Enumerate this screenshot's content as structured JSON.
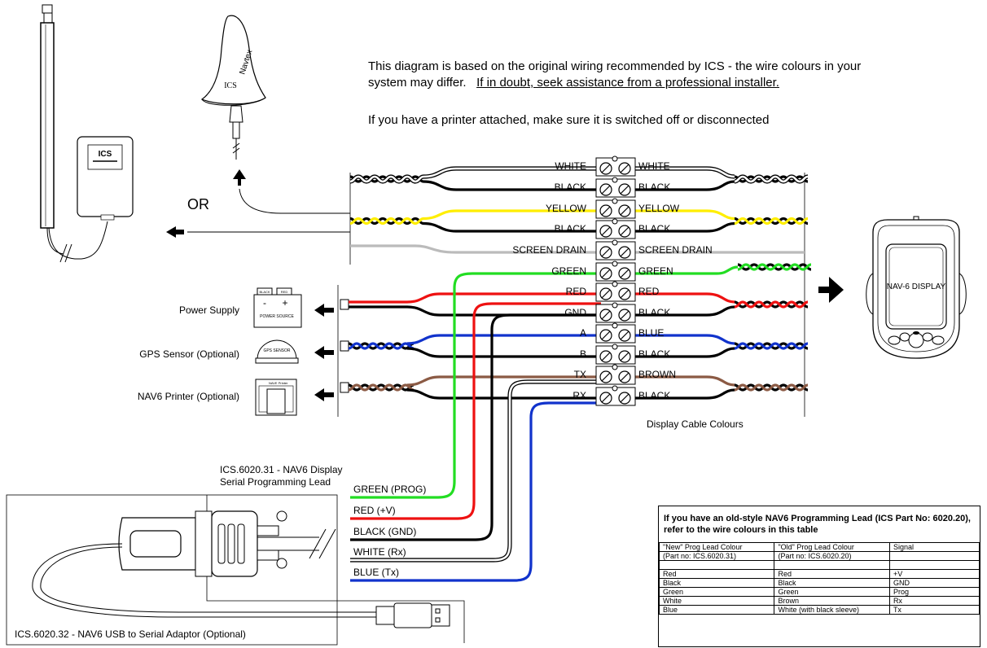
{
  "notes": {
    "line1": "This diagram is based on the original wiring recommended by ICS - the wire colours in your",
    "line2_plain": "system may differ.",
    "line2_underlined": "If in doubt, seek assistance from a professional installer.",
    "printer_note": "If you have a printer attached, make sure it is switched off or disconnected"
  },
  "antenna": {
    "or_label": "OR",
    "ics_label": "ICS",
    "navtex_label": "Navtex",
    "ics_logo": "ICS"
  },
  "terminal_left_labels": [
    "WHITE",
    "BLACK",
    "YELLOW",
    "BLACK",
    "SCREEN DRAIN",
    "GREEN",
    "RED",
    "GND",
    "A",
    "B",
    "TX",
    "RX"
  ],
  "terminal_right_labels": [
    "WHITE",
    "BLACK",
    "YELLOW",
    "BLACK",
    "SCREEN DRAIN",
    "GREEN",
    "RED",
    "BLACK",
    "BLUE",
    "BLACK",
    "BROWN",
    "BLACK"
  ],
  "display_cable_caption": "Display Cable Colours",
  "devices": {
    "power_supply": "Power Supply",
    "gps_sensor": "GPS Sensor (Optional)",
    "nav6_printer": "NAV6 Printer (Optional)",
    "power_black": "BLACK",
    "power_red": "RED",
    "power_minus": "-",
    "power_plus": "+",
    "power_source": "POWER SOURCE",
    "gps_text": "GPS SENSOR",
    "printer_text": "NAVE Printer",
    "display_text": "NAV-6 DISPLAY"
  },
  "prog_lead": {
    "title_line1": "ICS.6020.31 - NAV6 Display",
    "title_line2": "Serial Programming Lead",
    "wires": [
      "GREEN (PROG)",
      "RED (+V)",
      "BLACK (GND)",
      "WHITE (Rx)",
      "BLUE (Tx)"
    ]
  },
  "usb_adaptor": {
    "caption": "ICS.6020.32 - NAV6 USB to Serial Adaptor (Optional)"
  },
  "table": {
    "heading": "If you have an old-style NAV6 Programming Lead (ICS Part No: 6020.20), refer to the wire colours in this table",
    "columns": [
      "\"New\" Prog Lead Colour",
      "\"Old\" Prog Lead Colour",
      "Signal"
    ],
    "subheader": [
      "(Part no: ICS.6020.31)",
      "(Part no: ICS.6020.20)",
      ""
    ],
    "rows": [
      [
        "",
        "",
        ""
      ],
      [
        "Red",
        "Red",
        "+V"
      ],
      [
        "Black",
        "Black",
        "GND"
      ],
      [
        "Green",
        "Green",
        "Prog"
      ],
      [
        "White",
        "Brown",
        "Rx"
      ],
      [
        "Blue",
        "White (with black sleeve)",
        "Tx"
      ]
    ]
  },
  "colors": {
    "green": "#22dd22",
    "red": "#ee1111",
    "yellow": "#ffee00",
    "blue": "#1133cc",
    "brown": "#8b5a44",
    "gray": "#bbbbbb",
    "black": "#000000",
    "white": "#ffffff"
  }
}
